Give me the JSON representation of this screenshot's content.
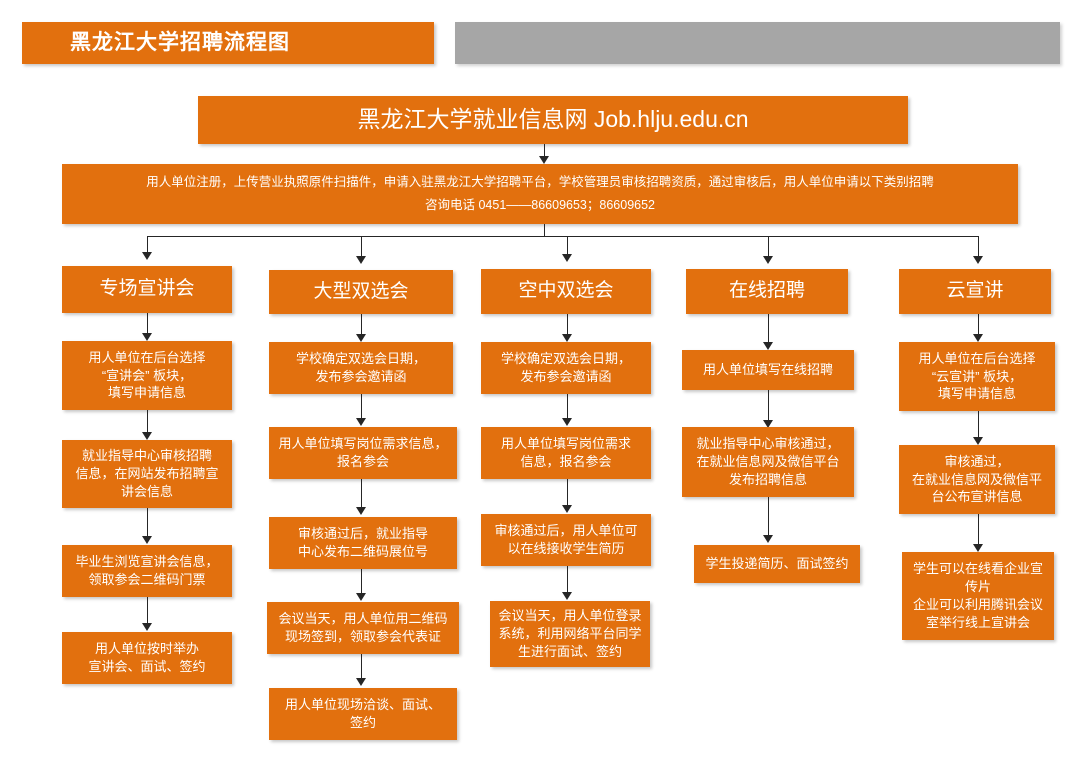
{
  "page": {
    "title": "黑龙江大学招聘流程图",
    "accent_color": "#E2700E",
    "gray_color": "#A6A6A6",
    "connector_color": "#262626"
  },
  "header": {
    "title_bar_label": "黑龙江大学招聘流程图",
    "site_bar_label": "黑龙江大学就业信息网 Job.hlju.edu.cn",
    "description_line1": "用人单位注册，上传营业执照原件扫描件，申请入驻黑龙江大学招聘平台，学校管理员审核招聘资质，通过审核后，用人单位申请以下类别招聘",
    "description_line2": "咨询电话 0451——86609653；86609652"
  },
  "columns": [
    {
      "id": "special-session",
      "head": "专场宣讲会",
      "steps": [
        "用人单位在后台选择\n“宣讲会” 板块，\n填写申请信息",
        "就业指导中心审核招聘\n信息，在网站发布招聘宣\n讲会信息",
        "毕业生浏览宣讲会信息，\n领取参会二维码门票",
        "用人单位按时举办\n宣讲会、面试、签约"
      ]
    },
    {
      "id": "large-job-fair",
      "head": "大型双选会",
      "steps": [
        "学校确定双选会日期，\n发布参会邀请函",
        "用人单位填写岗位需求信息，\n报名参会",
        "审核通过后，就业指导\n中心发布二维码展位号",
        "会议当天，用人单位用二维码\n现场签到，领取参会代表证",
        "用人单位现场洽谈、面试、\n签约"
      ]
    },
    {
      "id": "air-job-fair",
      "head": "空中双选会",
      "steps": [
        "学校确定双选会日期，\n发布参会邀请函",
        "用人单位填写岗位需求\n信息，报名参会",
        "审核通过后，用人单位可\n以在线接收学生简历",
        "会议当天，用人单位登录\n系统，利用网络平台同学\n生进行面试、签约"
      ]
    },
    {
      "id": "online-recruitment",
      "head": "在线招聘",
      "steps": [
        "用人单位填写在线招聘",
        "就业指导中心审核通过，\n在就业信息网及微信平台\n发布招聘信息",
        "学生投递简历、面试签约"
      ]
    },
    {
      "id": "cloud-session",
      "head": "云宣讲",
      "steps": [
        "用人单位在后台选择\n“云宣讲” 板块，\n填写申请信息",
        "审核通过，\n在就业信息网及微信平\n台公布宣讲信息",
        "学生可以在线看企业宣\n传片\n企业可以利用腾讯会议\n室举行线上宣讲会"
      ]
    }
  ]
}
